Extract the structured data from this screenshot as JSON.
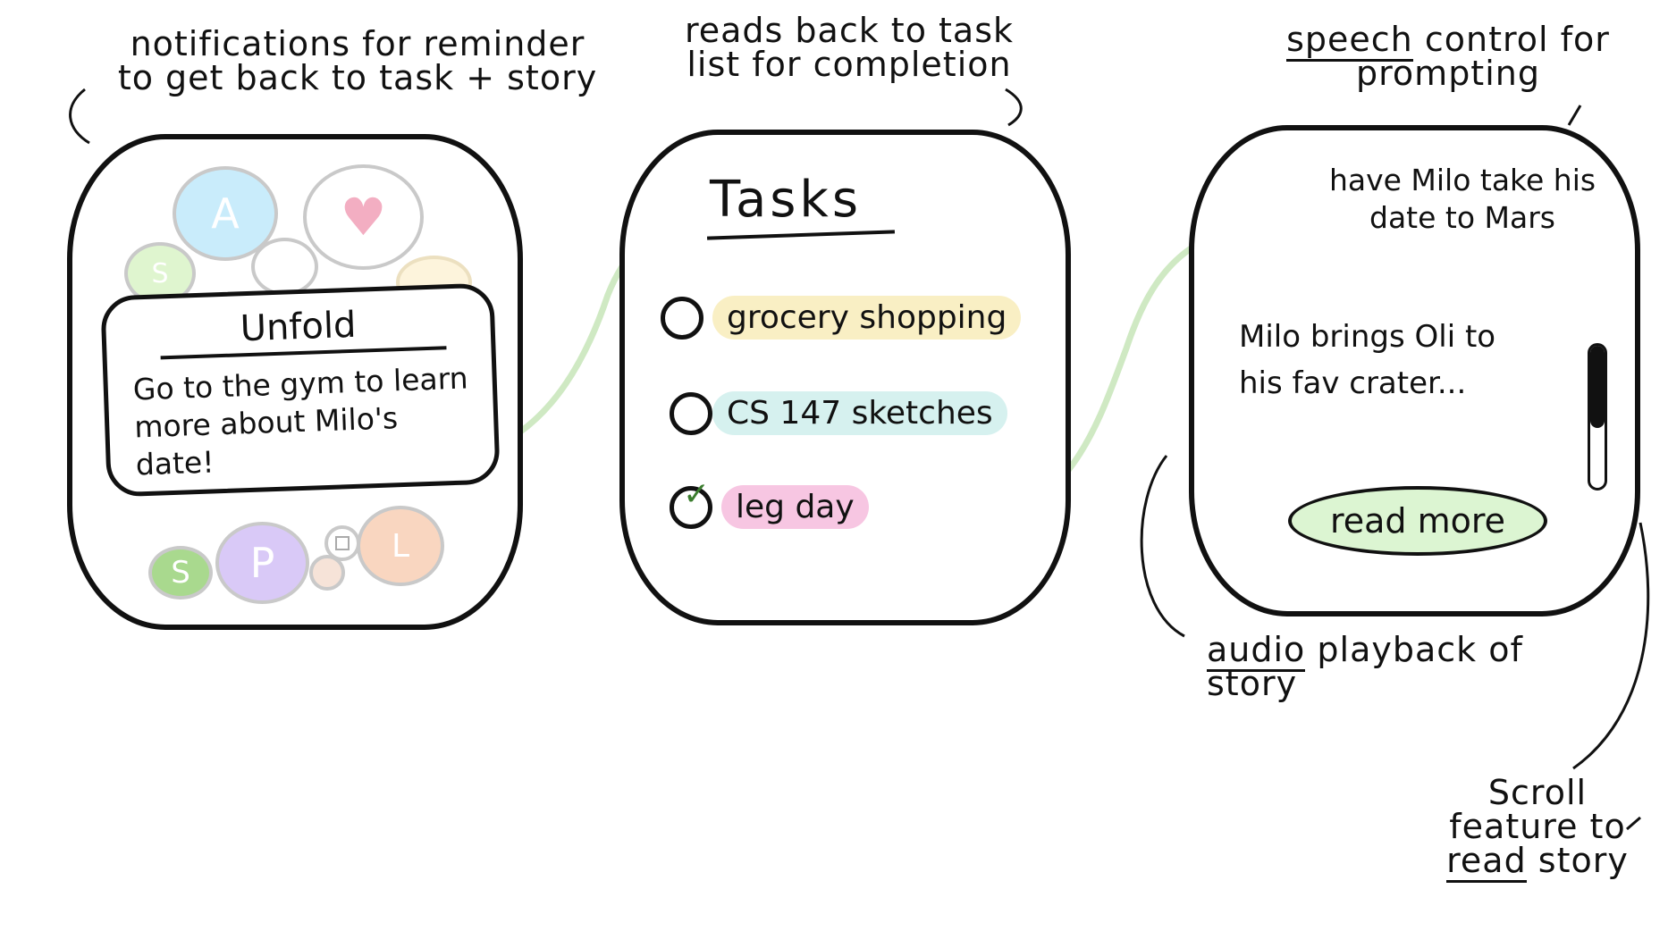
{
  "annotations": {
    "left": "notifications for reminder to get back to task + story",
    "middle": "reads back to task list for completion",
    "right_speech": "speech",
    "right_speech_rest": "control for prompting",
    "audio": "audio",
    "audio_rest": "playback of story",
    "scroll_line1": "Scroll",
    "scroll_line2": "feature to",
    "scroll_read": "read",
    "scroll_rest": "story"
  },
  "screen1": {
    "app_bubbles": [
      "A",
      "S",
      "S",
      "P",
      "L"
    ],
    "notification": {
      "title": "Unfold",
      "body": "Go to the gym to learn more about Milo's date!"
    }
  },
  "screen2": {
    "title": "Tasks",
    "tasks": [
      {
        "label": "grocery shopping",
        "done": false,
        "color": "#f9efc4"
      },
      {
        "label": "CS 147 sketches",
        "done": false,
        "color": "#d6f1ef"
      },
      {
        "label": "leg day",
        "done": true,
        "color": "#f7c6e2"
      }
    ]
  },
  "screen3": {
    "prompt": "have Milo take his date to Mars",
    "story": "Milo brings Oli to his fav crater...",
    "button": "read more"
  },
  "colors": {
    "arrow": "#cfe9c3",
    "read_more_bg": "#dcf5d2",
    "bubble_blue": "#c9ecfb",
    "bubble_green": "#dff5cf",
    "bubble_purple": "#d9c9f7",
    "bubble_orange": "#f9d6c0",
    "heart": "#f3aec2"
  }
}
